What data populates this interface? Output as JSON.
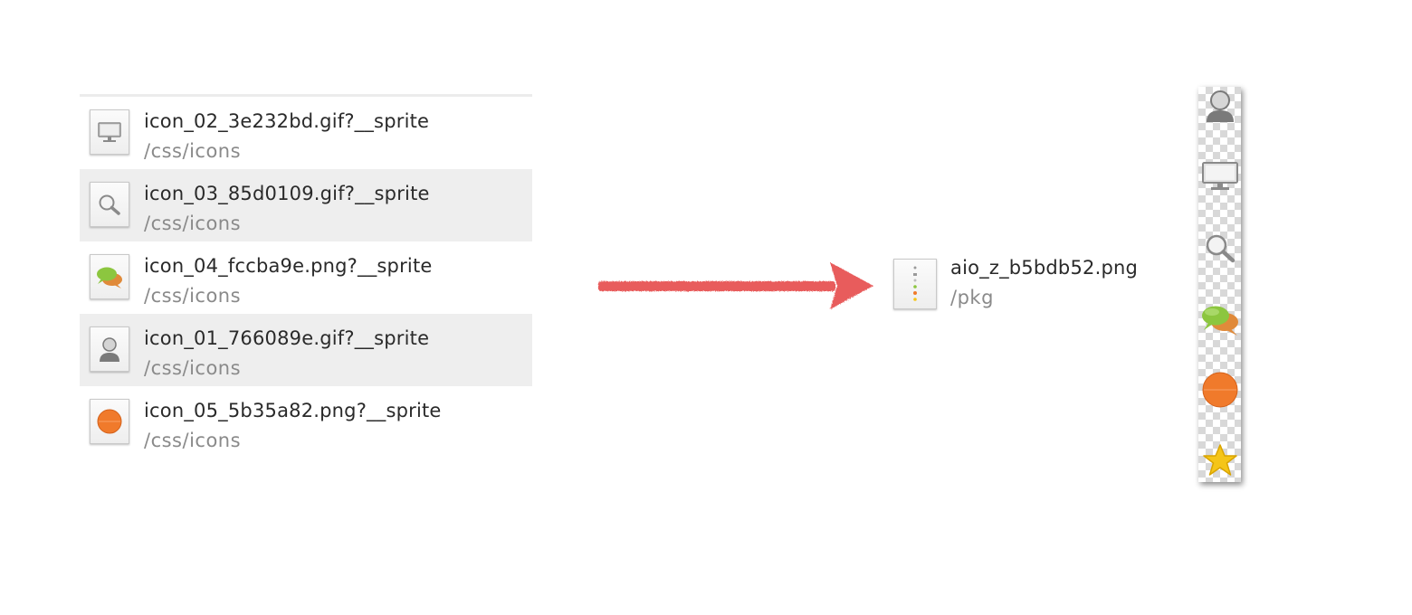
{
  "source_files": [
    {
      "name": "icon_02_3e232bd.gif?__sprite",
      "path": "/css/icons",
      "icon": "monitor-icon"
    },
    {
      "name": "icon_03_85d0109.gif?__sprite",
      "path": "/css/icons",
      "icon": "magnifier-icon"
    },
    {
      "name": "icon_04_fccba9e.png?__sprite",
      "path": "/css/icons",
      "icon": "chat-bubbles-icon"
    },
    {
      "name": "icon_01_766089e.gif?__sprite",
      "path": "/css/icons",
      "icon": "user-icon"
    },
    {
      "name": "icon_05_5b35a82.png?__sprite",
      "path": "/css/icons",
      "icon": "orange-circle-icon"
    }
  ],
  "output_file": {
    "name": "aio_z_b5bdb52.png",
    "path": "/pkg",
    "icon": "sprite-file-icon"
  },
  "sprite_strip": {
    "icons": [
      "user-icon",
      "monitor-icon",
      "magnifier-icon",
      "chat-bubbles-icon",
      "orange-circle-icon",
      "star-icon"
    ]
  },
  "colors": {
    "arrow": "#e85c5c",
    "row_alt_bg": "#eeeeee",
    "filename_text": "#2a2a2a",
    "path_text": "#8a8a8a",
    "orange": "#f07a2b",
    "green": "#8cc63f",
    "star": "#f5c518"
  }
}
